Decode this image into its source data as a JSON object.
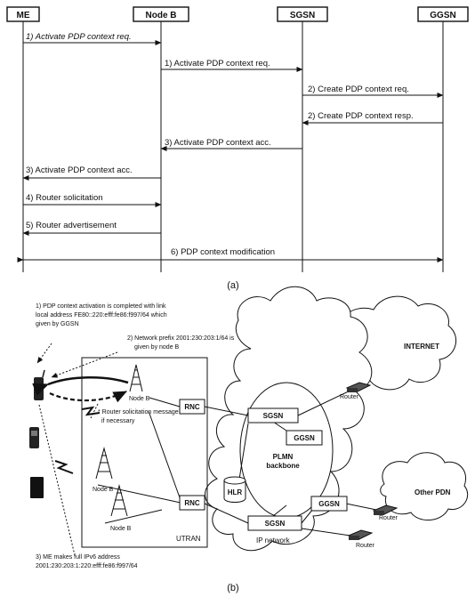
{
  "part_a": {
    "entities": [
      "ME",
      "Node B",
      "SGSN",
      "GGSN"
    ],
    "messages": [
      "1) Activate PDP context req.",
      "1) Activate PDP context req.",
      "2) Create PDP context req.",
      "2) Create PDP context resp.",
      "3) Activate PDP context acc.",
      "3) Activate PDP context acc.",
      "4) Router solicitation",
      "5) Router advertisement",
      "6) PDP context modification"
    ],
    "caption": "(a)"
  },
  "part_b": {
    "notes": [
      "1) PDP context activation is completed with link",
      "local address FE80::220:efff:fe86:f997/64 which",
      "given by GGSN",
      "2) Network prefix 2001:230:203:1/64 is",
      "given by node B",
      "* Router solicitation message",
      "if necessary",
      "3) ME makes full IPv6 address",
      "2001:230:203:1:220:efff:fe86:f997/64"
    ],
    "labels": {
      "node_b": "Node B",
      "rnc": "RNC",
      "sgsn": "SGSN",
      "ggsn": "GGSN",
      "hlr": "HLR",
      "router": "Router",
      "internet": "INTERNET",
      "other_pdn": "Other PDN",
      "plmn": "PLMN",
      "backbone": "backbone",
      "utran": "UTRAN",
      "ip_network": "IP network"
    },
    "caption": "(b)"
  }
}
